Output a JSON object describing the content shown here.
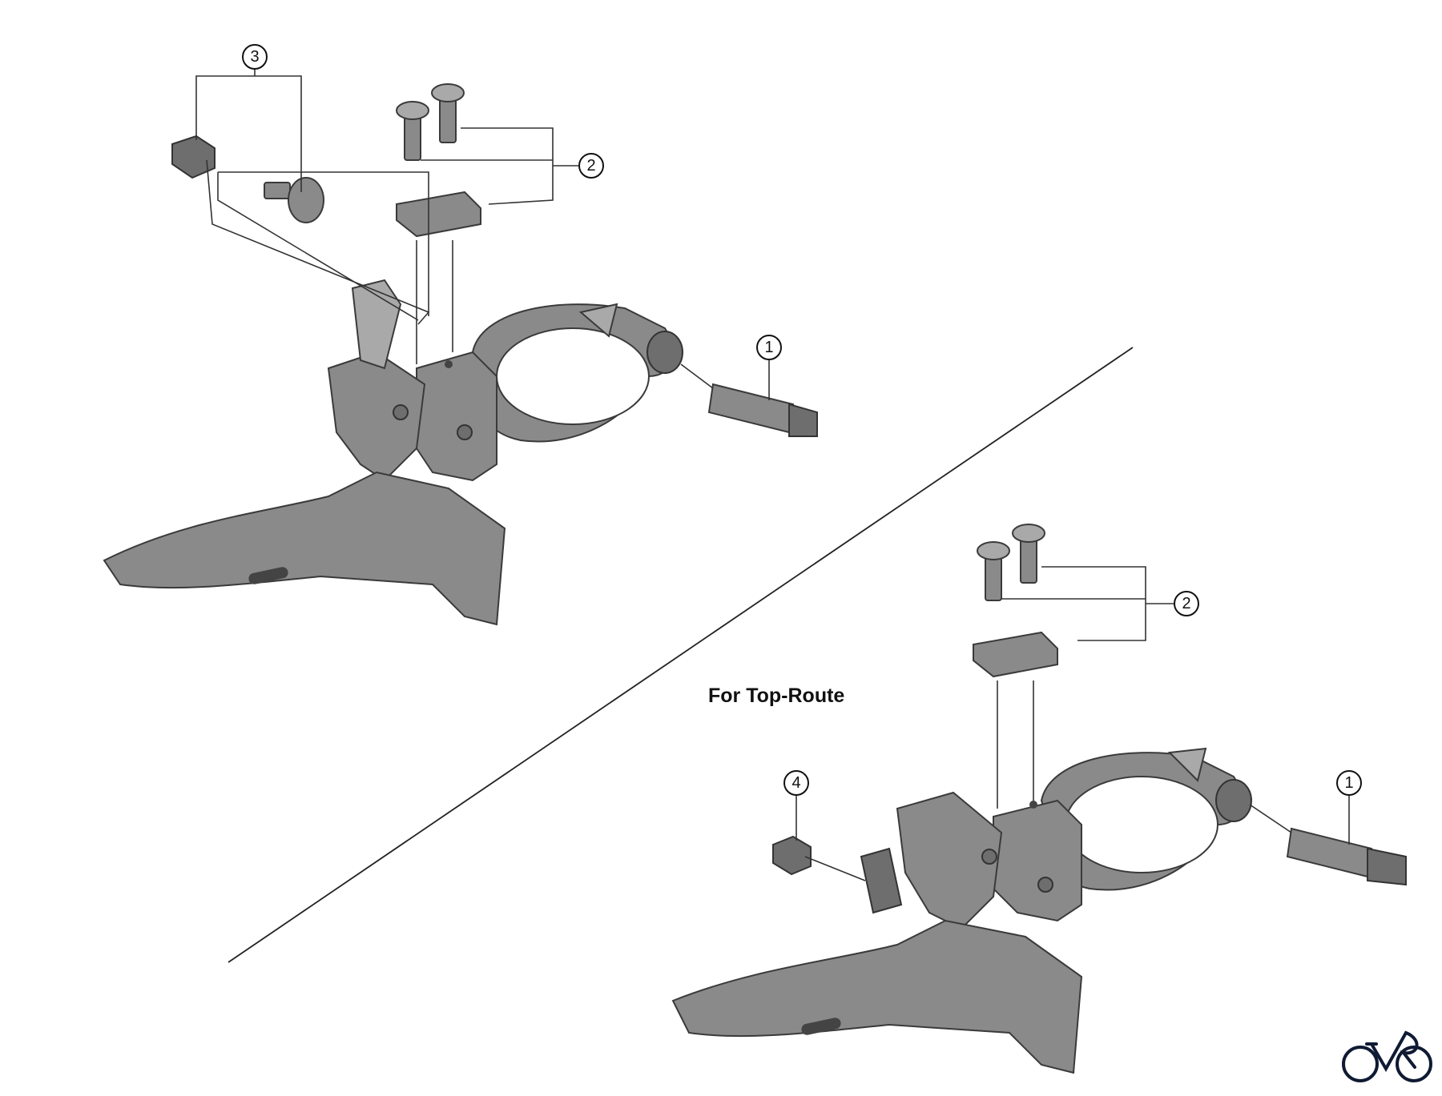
{
  "diagram": {
    "callouts_upper": [
      "3",
      "2",
      "1"
    ],
    "callouts_lower": [
      "2",
      "4",
      "1"
    ],
    "caption": "For Top-Route",
    "logo": {
      "name": "bicycle-logo",
      "color": "#0f1a33"
    },
    "colors": {
      "part": "#8a8a8a",
      "line": "#333333"
    }
  }
}
